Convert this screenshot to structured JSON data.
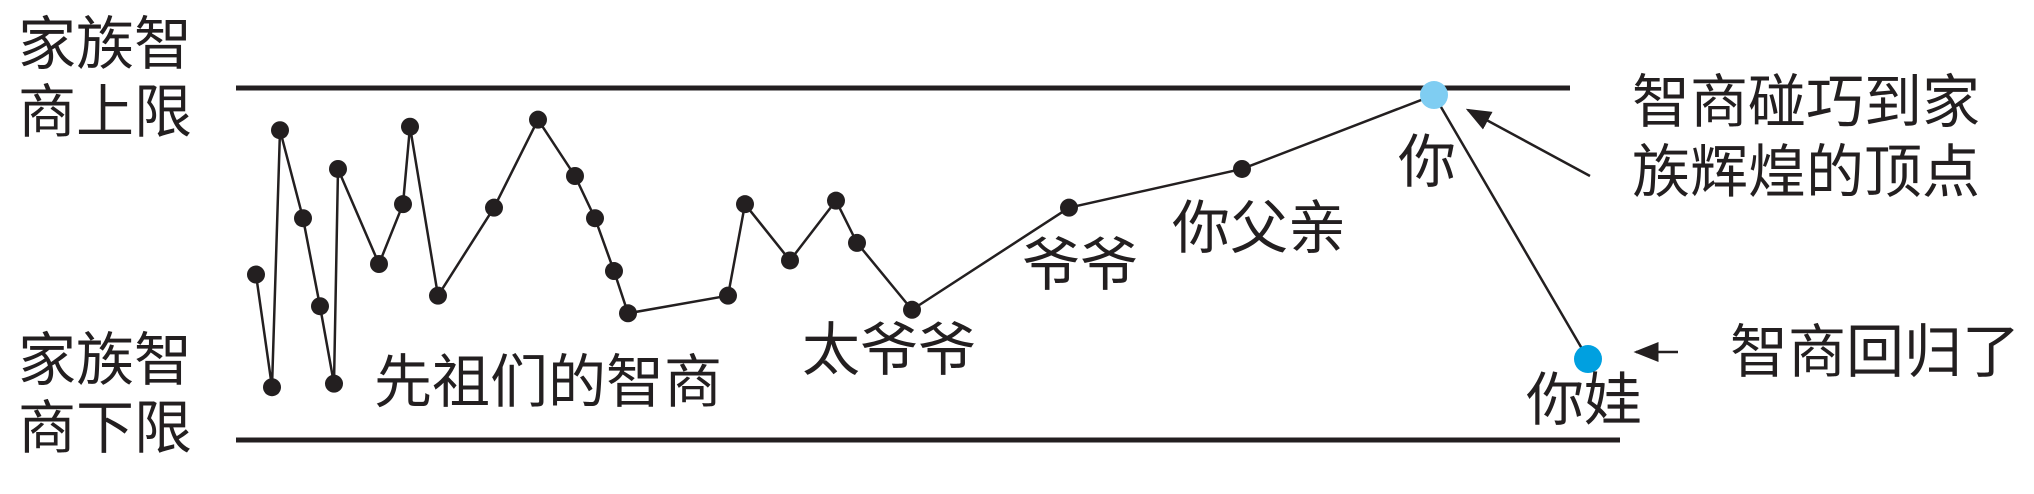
{
  "chart_data": {
    "type": "line",
    "title": "",
    "xlabel": "",
    "ylabel": "",
    "ylim": [
      0,
      100
    ],
    "y_labels": {
      "upper": [
        "家族智",
        "商上限"
      ],
      "lower": [
        "家族智",
        "商下限"
      ]
    },
    "bounds": {
      "upper": 100,
      "lower": 0
    },
    "series": [
      {
        "values": [
          47,
          15,
          88,
          63,
          38,
          16,
          77,
          50,
          67,
          89,
          41,
          66,
          91,
          75,
          63,
          48,
          36,
          41,
          67,
          51,
          68,
          56,
          37,
          66,
          77,
          98,
          23
        ]
      }
    ],
    "point_colors": {
      "default": "#231f20",
      "peak": "#7fcdf2",
      "last": "#00a0e0"
    },
    "line_color": "#231f20",
    "bound_color": "#231f20",
    "point_labels": [
      {
        "text": "先祖们的智商",
        "point": 5
      },
      {
        "text": "太爷爷",
        "point": 22
      },
      {
        "text": "爷爷",
        "point": 23
      },
      {
        "text": "你父亲",
        "point": 24
      },
      {
        "text": "你",
        "point": 25
      },
      {
        "text": "你娃",
        "point": 26
      }
    ],
    "annotations": [
      {
        "lines": [
          "智商碰巧到家",
          "族辉煌的顶点"
        ],
        "target_point": 25
      },
      {
        "lines": [
          "智商回归了"
        ],
        "target_point": 26
      }
    ]
  }
}
